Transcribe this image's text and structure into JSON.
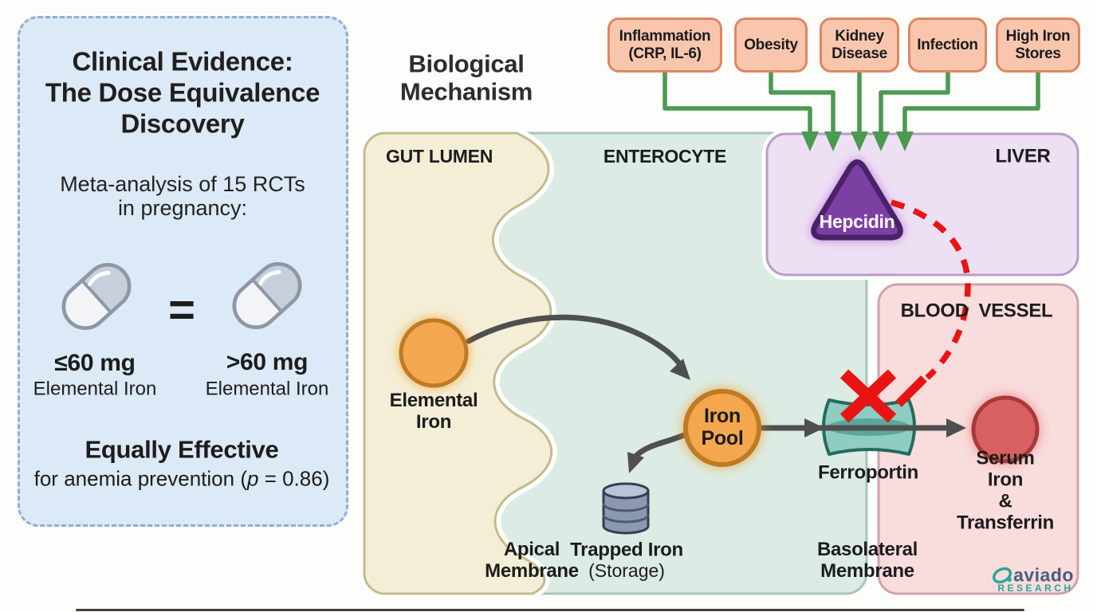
{
  "colors": {
    "ink": "#1c1c1c",
    "left_bg": "#dce9f6",
    "left_border": "#8fb0cf",
    "gut_bg": "#f4eed7",
    "gut_border": "#c2bb8e",
    "entero_bg": "#dcebe3",
    "entero_border": "#a9c6b6",
    "liver_bg": "#eee0f3",
    "liver_border": "#b89cc8",
    "vessel_bg": "#f9dcdc",
    "vessel_border": "#cfa3ab",
    "factor_bg": "#f9c6ad",
    "factor_border": "#dd8763",
    "green": "#4c9950",
    "purple": "#7c3fa3",
    "purple_dark": "#4a2168",
    "orange": "#f3a84f",
    "orange_dark": "#bf7a25",
    "red": "#e81414",
    "serum_fill": "#d96060",
    "serum_border": "#a93838",
    "teal_fill": "#8fcdc2",
    "teal_dark": "#266b5e",
    "teal_band": "#55a093",
    "arrow": "#4f4f4f",
    "logo_slate": "#4d5d7a",
    "logo_teal": "#2aa79a"
  },
  "left_panel": {
    "title": "Clinical Evidence:\nThe Dose Equivalence\nDiscovery",
    "subtitle": "Meta-analysis of 15 RCTs\nin pregnancy:",
    "equals": "=",
    "dose_left": {
      "amount": "≤60 mg",
      "label": "Elemental Iron"
    },
    "dose_right": {
      "amount": ">60 mg",
      "label": "Elemental Iron"
    },
    "conclusion": "Equally Effective",
    "detail_prefix": "for anemia prevention (",
    "detail_p": "p",
    "detail_suffix": " = 0.86)"
  },
  "mechanism": {
    "title": "Biological\nMechanism",
    "factors": [
      {
        "label": "Inflammation\n(CRP, IL-6)"
      },
      {
        "label": "Obesity"
      },
      {
        "label": "Kidney\nDisease"
      },
      {
        "label": "Infection"
      },
      {
        "label": "High Iron\nStores"
      }
    ],
    "regions": {
      "gut": "GUT LUMEN",
      "enterocyte": "ENTEROCYTE",
      "liver": "LIVER",
      "vessel": "BLOOD  VESSEL"
    },
    "nodes": {
      "hepcidin": "Hepcidin",
      "elemental_iron": "Elemental\nIron",
      "iron_pool": "Iron\nPool",
      "ferroportin": "Ferroportin",
      "trapped_iron": "Trapped Iron",
      "trapped_iron_sub": "(Storage)",
      "apical": "Apical\nMembrane",
      "basolateral": "Basolateral\nMembrane",
      "serum": "Serum Iron\n& Transferrin"
    }
  },
  "logo": {
    "name": "aviado",
    "sub": "RESEARCH"
  }
}
